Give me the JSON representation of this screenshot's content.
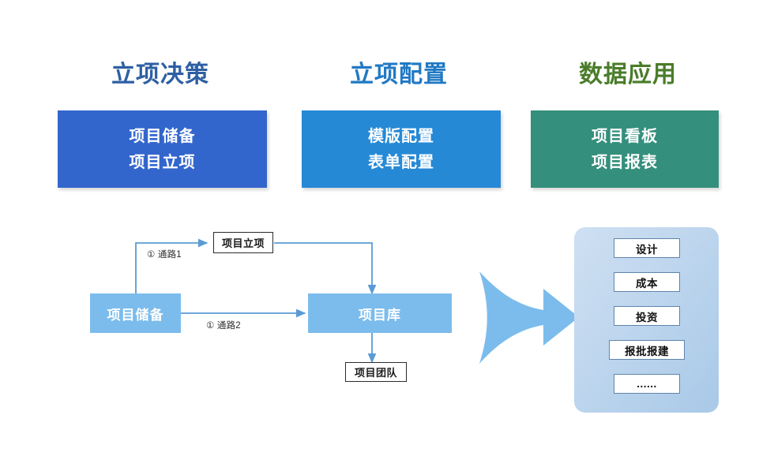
{
  "pillars": [
    {
      "title": "立项决策",
      "title_color": "#2E5FA3",
      "card_color": "#3366CC",
      "items": [
        "项目储备",
        "项目立项"
      ]
    },
    {
      "title": "立项配置",
      "title_color": "#2079C4",
      "card_color": "#2589D6",
      "items": [
        "模版配置",
        "表单配置"
      ]
    },
    {
      "title": "数据应用",
      "title_color": "#4A7C2A",
      "card_color": "#348F7C",
      "items": [
        "项目看板",
        "项目报表"
      ]
    }
  ],
  "flow": {
    "nodes": {
      "reserve": "项目储备",
      "initiation": "项目立项",
      "library": "项目库",
      "team": "项目团队"
    },
    "labels": {
      "path1": "① 通路1",
      "path2": "① 通路2"
    },
    "line_color": "#5B9BD5",
    "node_fill": "#7CBCEC"
  },
  "arrow": {
    "color": "#7CBCEC",
    "name": "big-right-arrow"
  },
  "app_panel": {
    "chips": [
      "设计",
      "成本",
      "投资",
      "报批报建",
      "......"
    ],
    "fill_start": "#CFE0F2",
    "fill_end": "#A9C9E8"
  }
}
